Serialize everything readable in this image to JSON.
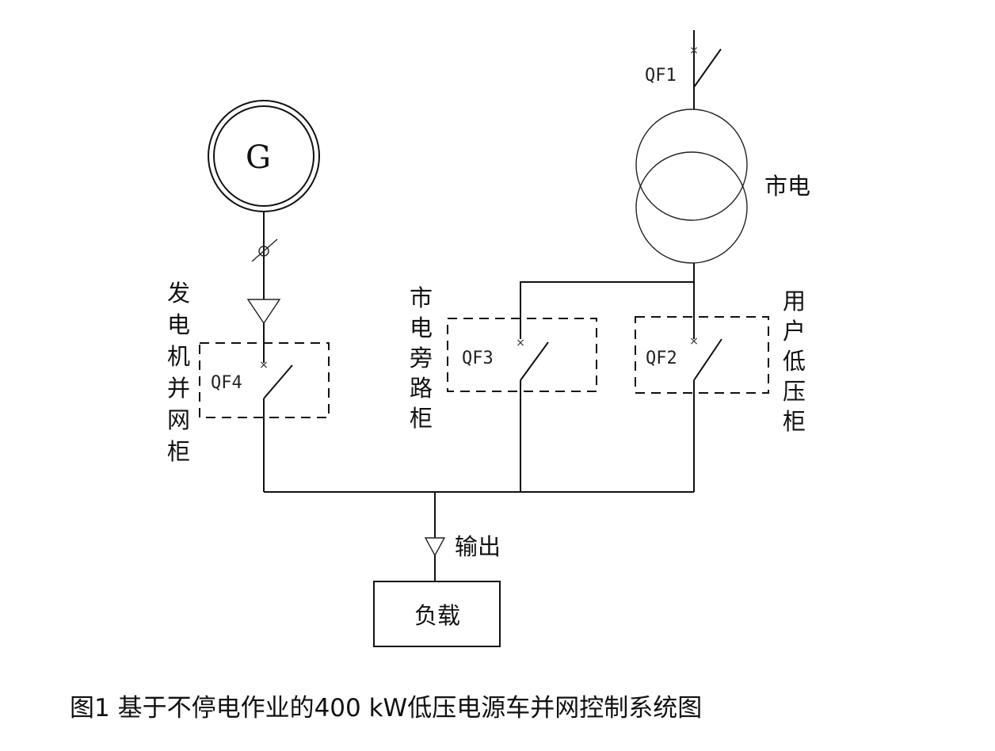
{
  "generator": {
    "symbol": "G"
  },
  "grid": {
    "label": "市电"
  },
  "breakers": {
    "qf1": "QF1",
    "qf2": "QF2",
    "qf3": "QF3",
    "qf4": "QF4"
  },
  "cabinets": {
    "generator_grid": "发电机并网柜",
    "bypass": "市电旁路柜",
    "user_low_voltage": "用户低压柜"
  },
  "output": {
    "label": "输出"
  },
  "load": {
    "label": "负载"
  },
  "caption": "图1   基于不停电作业的400 kW低压电源车并网控制系统图"
}
